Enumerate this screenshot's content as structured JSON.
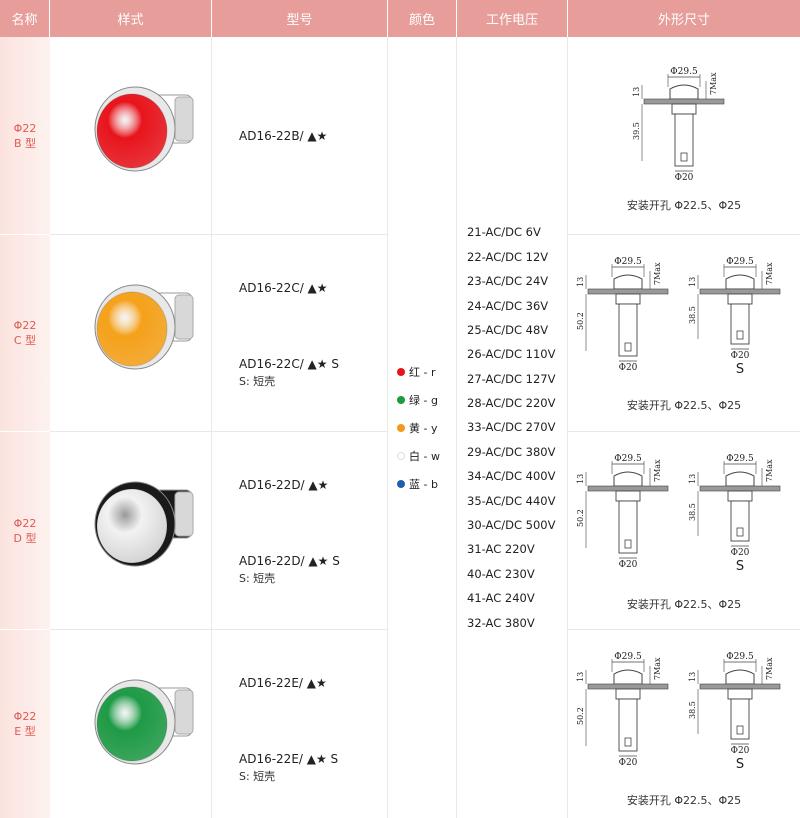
{
  "headers": {
    "name": "名称",
    "style": "样式",
    "model": "型号",
    "color": "颜色",
    "voltage": "工作电压",
    "dimension": "外形尺寸"
  },
  "rows": [
    {
      "name_line1": "Φ22",
      "name_line2": "B 型",
      "model1": "AD16-22B/ ▲★",
      "lamp_color": "#e8141c",
      "body_color": "#ffffff",
      "dim_caption": "安装开孔 Φ22.5、Φ25"
    },
    {
      "name_line1": "Φ22",
      "name_line2": "C 型",
      "model1": "AD16-22C/ ▲★",
      "model2": "AD16-22C/ ▲★ S",
      "note": "S: 短壳",
      "lamp_color": "#f5a11a",
      "body_color": "#ffffff",
      "dim_caption": "安装开孔 Φ22.5、Φ25"
    },
    {
      "name_line1": "Φ22",
      "name_line2": "D 型",
      "model1": "AD16-22D/ ▲★",
      "model2": "AD16-22D/ ▲★ S",
      "note": "S: 短壳",
      "lamp_color": "#f2f2f2",
      "body_color": "#1a1a1a",
      "dim_caption": "安装开孔 Φ22.5、Φ25"
    },
    {
      "name_line1": "Φ22",
      "name_line2": "E 型",
      "model1": "AD16-22E/ ▲★",
      "model2": "AD16-22E/ ▲★ S",
      "note": "S: 短壳",
      "lamp_color": "#1e9a45",
      "body_color": "#ffffff",
      "dim_caption": "安装开孔 Φ22.5、Φ25"
    }
  ],
  "colors": [
    {
      "label": "红 - r",
      "hex": "#e8141c"
    },
    {
      "label": "绿 - g",
      "hex": "#1e9a45"
    },
    {
      "label": "黄 - y",
      "hex": "#f39a1b"
    },
    {
      "label": "白 - w",
      "hex": "#ffffff"
    },
    {
      "label": "蓝 - b",
      "hex": "#1f5fb0"
    }
  ],
  "voltages": [
    "21-AC/DC 6V",
    "22-AC/DC 12V",
    "23-AC/DC 24V",
    "24-AC/DC 36V",
    "25-AC/DC 48V",
    "26-AC/DC 110V",
    "27-AC/DC 127V",
    "28-AC/DC 220V",
    "33-AC/DC 270V",
    "29-AC/DC 380V",
    "34-AC/DC 400V",
    "35-AC/DC 440V",
    "30-AC/DC 500V",
    "31-AC 220V",
    "40-AC 230V",
    "41-AC 240V",
    "32-AC 380V"
  ],
  "drawing_labels": {
    "d1": "Φ29.5",
    "d2": "Φ20",
    "h_head": "13",
    "h_max": "7Max",
    "h_long_b": "39.5",
    "h_long": "50.2",
    "h_short": "38.5",
    "short": "S"
  }
}
